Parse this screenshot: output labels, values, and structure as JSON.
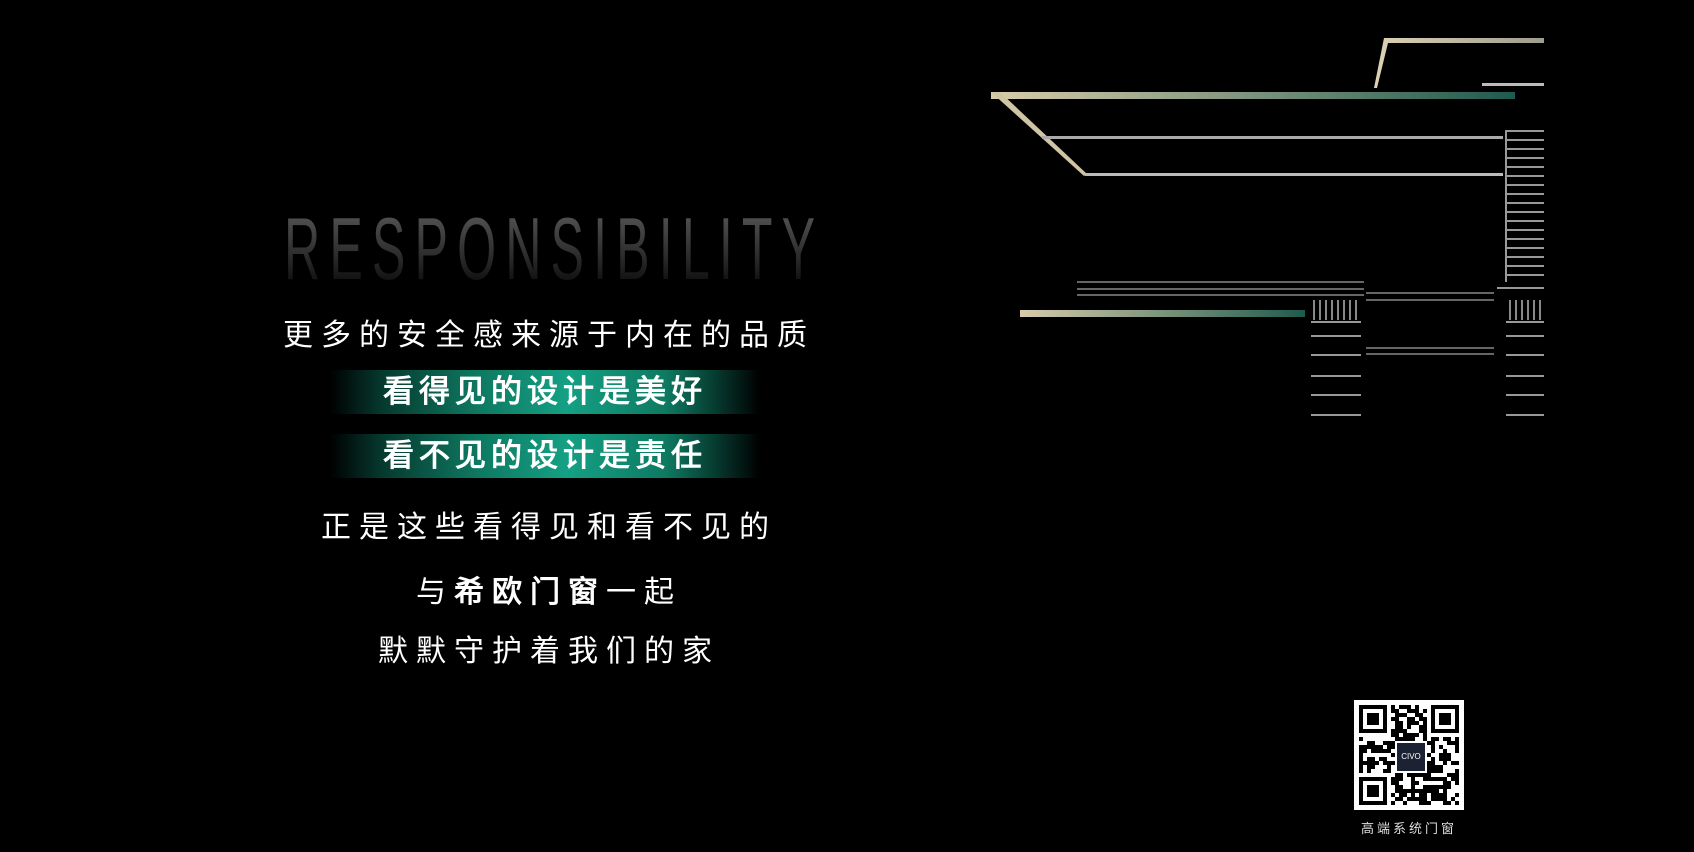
{
  "watermark": "RESPONSIBILITY",
  "lines": {
    "l1": "更多的安全感来源于内在的品质",
    "l2": "看得见的设计是美好",
    "l3": "看不见的设计是责任",
    "l4": "正是这些看得见和看不见的",
    "l5_pre": "与",
    "l5_brand": "希欧门窗",
    "l5_post": "一起",
    "l6": "默默守护着我们的家"
  },
  "qr": {
    "logo_text": "CIVO",
    "caption": "高端系统门窗"
  },
  "colors": {
    "background": "#000000",
    "accent_teal": "#14a084",
    "gold": "#d8ccab"
  }
}
